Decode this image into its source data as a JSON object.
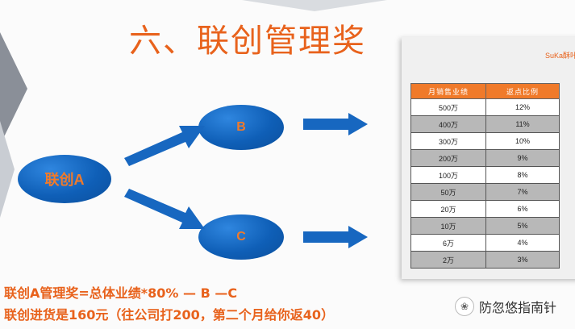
{
  "title": "六、联创管理奖",
  "diagram": {
    "node_a": "联创A",
    "node_b": "B",
    "node_c": "C"
  },
  "panel": {
    "title": "SuKa酥咔"
  },
  "table": {
    "headers": [
      "月销售业绩",
      "返点比例"
    ],
    "rows": [
      [
        "500万",
        "12%"
      ],
      [
        "400万",
        "11%"
      ],
      [
        "300万",
        "10%"
      ],
      [
        "200万",
        "9%"
      ],
      [
        "100万",
        "8%"
      ],
      [
        "50万",
        "7%"
      ],
      [
        "20万",
        "6%"
      ],
      [
        "10万",
        "5%"
      ],
      [
        "6万",
        "4%"
      ],
      [
        "2万",
        "3%"
      ]
    ]
  },
  "formula": {
    "line1": "联创A管理奖=总体业绩*80% — B —C",
    "line2": "联创进货是160元（往公司打200，第二个月给你返40）"
  },
  "watermark": "防忽悠指南针",
  "colors": {
    "accent": "#e8621c",
    "node_blue": "#0f5fb7",
    "header_orange": "#f07a2a",
    "row_gray": "#b8b8b8"
  }
}
